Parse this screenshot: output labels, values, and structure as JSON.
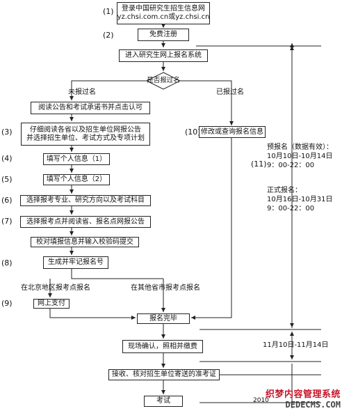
{
  "steps": {
    "s1": {
      "num": "(1)",
      "line1": "登录中国研究生招生信息网",
      "line2": "yz.chsi.com.cn或yz.chsi.cn"
    },
    "s2": {
      "num": "(2)",
      "label": "免费注册"
    },
    "s_enter": {
      "label": "进入研究生网上报名系统"
    },
    "decision": {
      "label": "是否报过名",
      "no": "未报过名",
      "yes": "已报过名"
    },
    "s_read": {
      "label": "阅读公告和考试承诺书并点击认可"
    },
    "s3": {
      "num": "(3)",
      "line1": "仔细阅读各省以及招生单位网报公告",
      "line2": "并选择招生单位、考试方式及专项计划"
    },
    "s4": {
      "num": "(4)",
      "label": "填写个人信息（1）"
    },
    "s5": {
      "num": "(5)",
      "label": "填写个人信息（2）"
    },
    "s6": {
      "num": "(6)",
      "label": "选择报考专业、研究方向以及考试科目"
    },
    "s7": {
      "num": "(7)",
      "label": "选择报考点并阅读省、报名点网报公告"
    },
    "s_check": {
      "label": "校对填报信息并输入校验码提交"
    },
    "s8": {
      "num": "(8)",
      "label": "生成并牢记报名号"
    },
    "branch": {
      "beijing": "在北京地区报考点报名",
      "other": "在其他省市报考点报名"
    },
    "s9": {
      "num": "(9)",
      "label": "网上支付"
    },
    "s10": {
      "num": "(10)",
      "label": "修改或查询报名信息"
    },
    "s_done": {
      "label": "报名完毕"
    },
    "s_confirm": {
      "label": "现场确认，照相并缴费"
    },
    "s_receive": {
      "label": "接收、核对招生单位寄送的准考证"
    },
    "s_exam": {
      "label": "考试"
    }
  },
  "timeline": {
    "num": "(11)",
    "pre_title": "预报名（数据有效）：",
    "pre_date": "10月10日-10月14日",
    "pre_time": "9：00-22：00",
    "formal_title": "正式报名：",
    "formal_date": "10月16日-10月31日",
    "formal_time": "9：00-22：00",
    "confirm_period": "11月10日-11月14日",
    "exam_year": "2010"
  },
  "watermark": {
    "line1": "织梦内容管理系统",
    "line2": "DEDECMS.COM"
  }
}
